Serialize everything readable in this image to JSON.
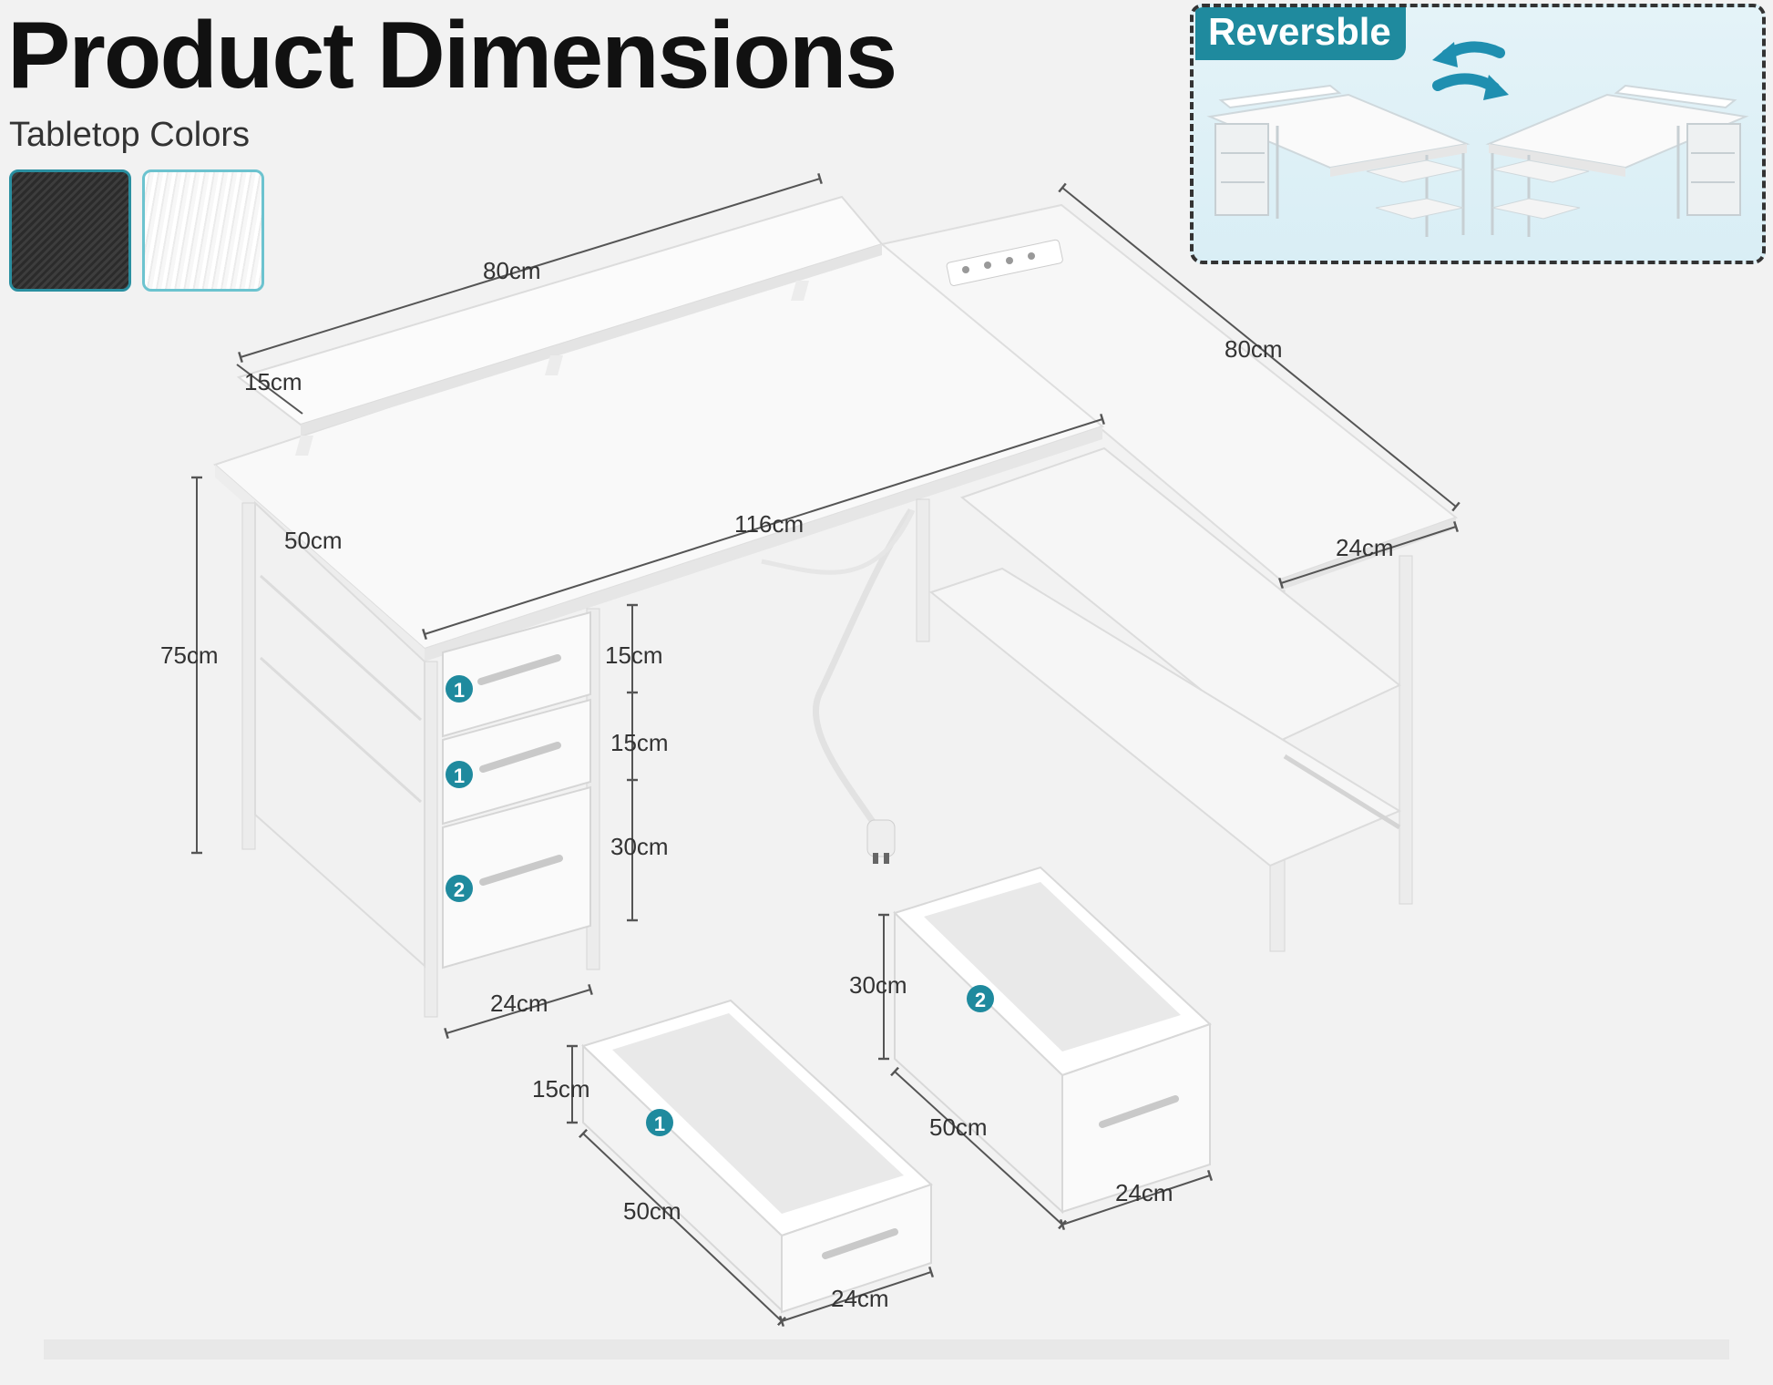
{
  "header": {
    "title": "Product Dimensions",
    "subtitle": "Tabletop Colors"
  },
  "inset": {
    "badge": "Reversble"
  },
  "colors": {
    "accent": "#1f8a9e",
    "badge_circle": "#1f8a9e",
    "dimension_line": "#555555"
  },
  "dimensions": {
    "monitor_stand_length": "80cm",
    "monitor_stand_depth": "15cm",
    "side_length": "80cm",
    "desk_length": "116cm",
    "desk_depth": "50cm",
    "desk_height": "75cm",
    "side_depth": "24cm",
    "drawer_small_1_height": "15cm",
    "drawer_small_2_height": "15cm",
    "drawer_large_height": "30cm",
    "cabinet_width": "24cm",
    "large_drawer_height": "30cm",
    "large_drawer_length": "50cm",
    "large_drawer_width": "24cm",
    "small_drawer_height": "15cm",
    "small_drawer_length": "50cm",
    "small_drawer_width": "24cm"
  },
  "badges": {
    "drawer_small": "1",
    "drawer_large": "2"
  }
}
